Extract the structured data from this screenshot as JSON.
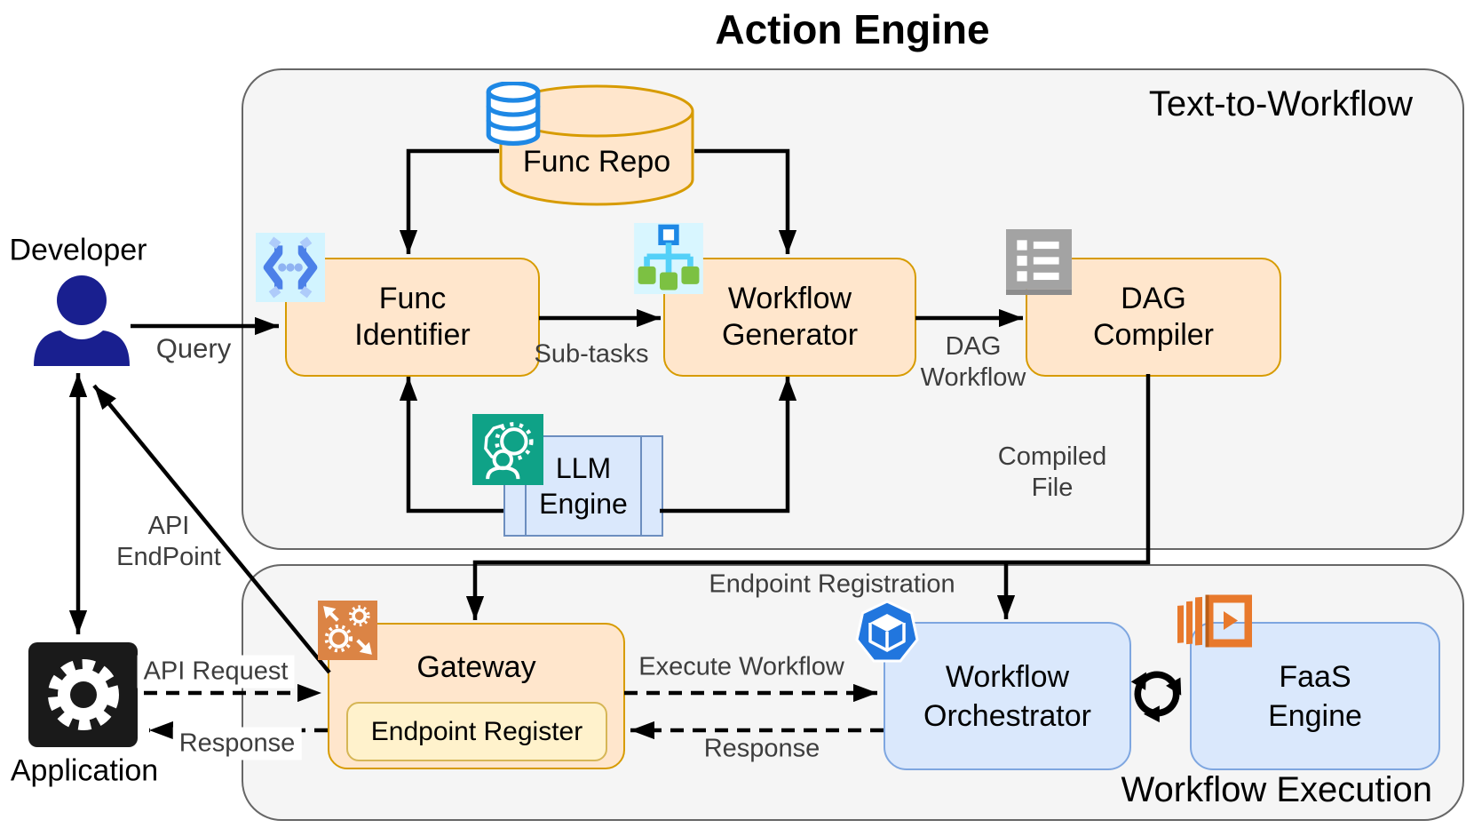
{
  "title": "Action Engine",
  "sections": [
    {
      "label": "Text-to-Workflow"
    },
    {
      "label": "Workflow Execution"
    }
  ],
  "nodes": {
    "func_repo": {
      "label": "Func Repo"
    },
    "func_identifier": {
      "line1": "Func",
      "line2": "Identifier"
    },
    "workflow_generator": {
      "line1": "Workflow",
      "line2": "Generator"
    },
    "dag_compiler": {
      "line1": "DAG",
      "line2": "Compiler"
    },
    "llm_engine": {
      "line1": "LLM",
      "line2": "Engine"
    },
    "gateway": {
      "label": "Gateway"
    },
    "endpoint_register": {
      "label": "Endpoint Register"
    },
    "workflow_orchestrator": {
      "line1": "Workflow",
      "line2": "Orchestrator"
    },
    "faas_engine": {
      "line1": "FaaS",
      "line2": "Engine"
    }
  },
  "actors": {
    "developer": {
      "label": "Developer"
    },
    "application": {
      "label": "Application"
    }
  },
  "edge_labels": {
    "query": "Query",
    "sub_tasks": "Sub-tasks",
    "dag_workflow_line1": "DAG",
    "dag_workflow_line2": "Workflow",
    "compiled_file_line1": "Compiled",
    "compiled_file_line2": "File",
    "api_endpoint_line1": "API",
    "api_endpoint_line2": "EndPoint",
    "api_request": "API Request",
    "response_left": "Response",
    "endpoint_registration": "Endpoint Registration",
    "execute_workflow": "Execute Workflow",
    "response_right": "Response"
  },
  "icons": {
    "func_repo": "database-icon",
    "func_identifier": "code-brackets-icon",
    "workflow_generator": "flowchart-icon",
    "dag_compiler": "list-icon",
    "llm_engine": "machine-learning-icon",
    "gateway": "gears-exchange-icon",
    "workflow_orchestrator": "cube-hexagon-icon",
    "faas_engine": "lambda-faas-icon",
    "sync": "sync-arrows-icon",
    "application": "gear-icon",
    "developer": "person-icon"
  },
  "colors": {
    "orange_node_fill": "#FFE6CC",
    "orange_node_border": "#D79B00",
    "blue_node_fill": "#DAE8FC",
    "blue_node_border": "#7EA6E0",
    "llm_border": "#6C8EBF",
    "yellow_node_fill": "#FFF2CC",
    "yellow_node_border": "#D6B656",
    "section_fill": "#F5F5F5",
    "section_border": "#666666",
    "arrow": "#000000",
    "small_label": "#3d3d3d",
    "developer_navy": "#191F8F",
    "teal_icon": "#0FA287",
    "gateway_icon_orange": "#DB8445",
    "faas_icon_orange": "#E8792C",
    "orchestrator_icon_blue": "#2176DE",
    "db_icon_blue": "#1E88E5",
    "dag_icon_gray": "#A3A3A3"
  }
}
